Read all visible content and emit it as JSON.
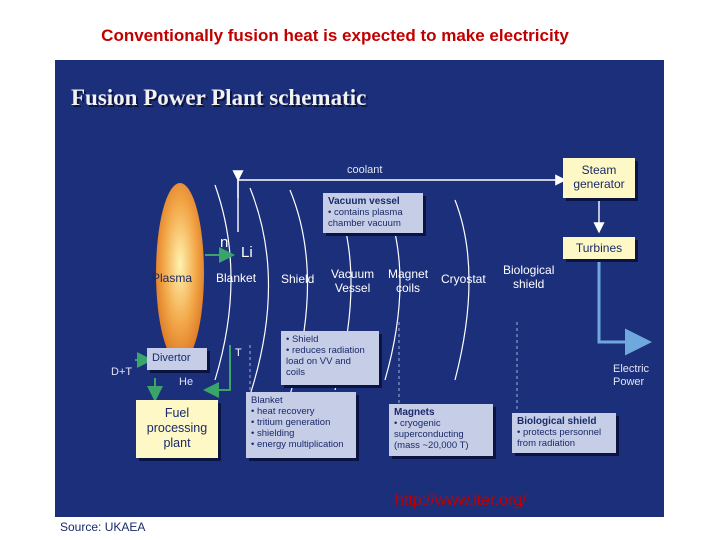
{
  "headline": "Conventionally fusion heat is expected to make electricity",
  "panel": {
    "title": "Fusion Power Plant schematic",
    "labels": {
      "coolant": "coolant",
      "n": "n",
      "li": "Li",
      "plasma": "Plasma",
      "blanket": "Blanket",
      "shield": "Shield",
      "vacuum_vessel_1": "Vacuum",
      "vacuum_vessel_2": "Vessel",
      "magnet_coils_1": "Magnet",
      "magnet_coils_2": "coils",
      "cryostat": "Cryostat",
      "bio_shield_1": "Biological",
      "bio_shield_2": "shield",
      "electric_power_1": "Electric",
      "electric_power_2": "Power",
      "dt": "D+T",
      "he": "He",
      "t": "T"
    },
    "boxes": {
      "steam_generator": [
        "Steam",
        "generator"
      ],
      "turbines": "Turbines",
      "divertor": "Divertor",
      "fuel_plant": [
        "Fuel",
        "processing",
        "plant"
      ],
      "vacuum_vessel": {
        "title": "Vacuum vessel",
        "lines": [
          "• contains plasma",
          "  chamber vacuum"
        ]
      },
      "shield": {
        "title": "",
        "lines": [
          "• Shield",
          "• reduces radiation",
          "  load on VV and",
          "  coils"
        ]
      },
      "blanket": {
        "title": "",
        "lines": [
          "Blanket",
          "• heat recovery",
          "• tritium generation",
          "• shielding",
          "• energy multiplication"
        ]
      },
      "magnets": {
        "title": "Magnets",
        "lines": [
          "• cryogenic",
          "  superconducting",
          "  (mass ~20,000 T)"
        ]
      },
      "biological_shield": {
        "title": "Biological shield",
        "lines": [
          "• protects personnel",
          "  from radiation"
        ]
      }
    },
    "url": "http://www.iter.org/"
  },
  "source": "Source: UKAEA",
  "colors": {
    "panel_bg": "#1c2f7a",
    "headline": "#c00000",
    "label_box": "#c6cde6",
    "yellow_box": "#fdf8c6",
    "flow_arrow": "#3aa56b",
    "power_line": "#6fa8dc",
    "plasma_orange": "#e98a2a"
  }
}
